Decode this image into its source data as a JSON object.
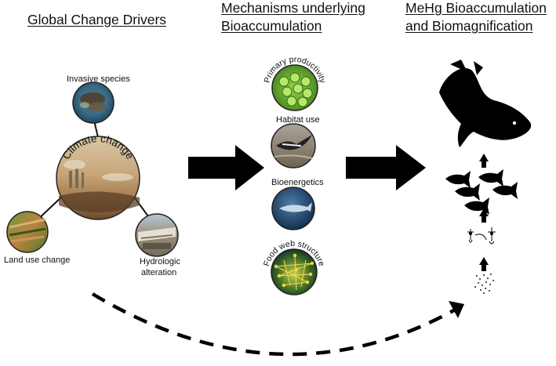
{
  "headings": {
    "drivers": "Global Change Drivers",
    "mechanisms_line1": "Mechanisms underlying",
    "mechanisms_line2": "Bioaccumulation",
    "outcomes_line1": "MeHg Bioaccumulation",
    "outcomes_line2": "and Biomagnification"
  },
  "drivers": {
    "center": "Climate change",
    "invasive": "Invasive species",
    "land_use": "Land use change",
    "hydrologic_line1": "Hydrologic",
    "hydrologic_line2": "alteration"
  },
  "mechanisms": {
    "primary_productivity": "Primary productivity",
    "habitat_use": "Habitat use",
    "bioenergetics": "Bioenergetics",
    "food_web_structure": "Food web structure"
  },
  "colors": {
    "text": "#111111",
    "arrow": "#000000",
    "silhouette": "#000000",
    "circle_border": "#222222"
  },
  "icons": [
    "large-fish-icon",
    "small-fish-school-icon",
    "zooplankton-icon",
    "phytoplankton-dots-icon",
    "arrow-right-icon",
    "arrow-up-icon",
    "dashed-curved-arrow-icon"
  ]
}
